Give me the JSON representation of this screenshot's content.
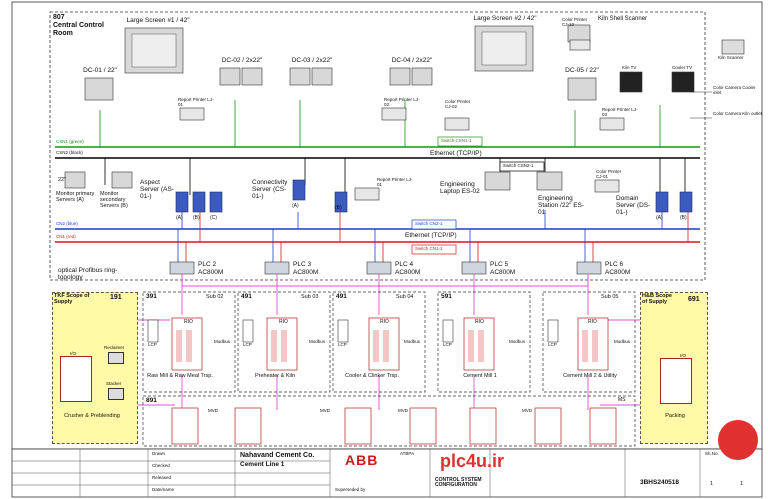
{
  "room": {
    "number": "807",
    "title_line1": "Central Control",
    "title_line2": "Room"
  },
  "screens": [
    {
      "label": "Large Screen #1 / 42\""
    },
    {
      "label": "Large Screen #2 / 42\""
    }
  ],
  "clients": [
    "DC-01 / 22\"",
    "DC-02 / 2x22\"",
    "DC-03 / 2x22\"",
    "DC-04 / 2x22\"",
    "DC-05 / 22\""
  ],
  "kiln": {
    "shell_scanner": "Kiln Shell Scanner",
    "kiln_scanner": "Kiln Scanner",
    "kiln_tv": "Kiln TV",
    "cooler_tv": "Cooler TV",
    "color_camera_cooler_inlet": "Color Camera Cooler inlet",
    "color_camera_kiln_outlet": "Color Camera Kiln outlet"
  },
  "printers": {
    "report_lj01": "Report Printer LJ-01",
    "report_lj02": "Report Printer LJ-02",
    "report_lj03": "Report Printer LJ-03",
    "report_lj01b": "Report Printer LJ-01",
    "color_cj10": "Color Printer CJ-10",
    "color_cj02": "Color Printer CJ-02",
    "color_cj01": "Color Printer CJ-01"
  },
  "networks": {
    "csn1": "CSN1 (green)",
    "csn2": "CSN2 (black)",
    "cn2": "CN2 (blue)",
    "cn1": "CN1 (red)",
    "ethernet": "Ethernet (TCP/IP)",
    "switch_csn11": "Switch CSN1-1",
    "switch_csn21": "Switch CSN2-1",
    "switch_cn21": "Switch CN2-1",
    "switch_cn11": "Switch CN1-1"
  },
  "servers": {
    "monitor_primary": "Monitor primary Servers (A)",
    "monitor_secondary": "Monitor secondary Servers (B)",
    "monitor_size": "22\"",
    "aspect": "Aspect Server (AS-01-)",
    "aspect_units": [
      "(A)",
      "(B)",
      "(C)"
    ],
    "connectivity": "Connectivity Server (CS-01-)",
    "connectivity_units": [
      "(A)",
      "(B)"
    ],
    "eng_laptop": "Engineering Laptop ES-02",
    "eng_station": "Engineering Station /22\" ES-01",
    "domain": "Domain Server (DS-01-)",
    "domain_units": [
      "(A)",
      "(B)"
    ]
  },
  "profibus": "optical Profibus ring-topology",
  "plcs": [
    {
      "name": "PLC 2",
      "model": "AC800M"
    },
    {
      "name": "PLC 3",
      "model": "AC800M"
    },
    {
      "name": "PLC 4",
      "model": "AC800M"
    },
    {
      "name": "PLC 5",
      "model": "AC800M"
    },
    {
      "name": "PLC 6",
      "model": "AC800M"
    }
  ],
  "areas": [
    {
      "code": "391",
      "sub": "Sub 02",
      "desc": "Raw Mill & Raw Meal Trsp."
    },
    {
      "code": "491",
      "sub": "Sub 03",
      "desc": "Preheater & Kiln"
    },
    {
      "code": "491",
      "sub": "Sub 04",
      "desc": "Cooler & Clinker Trsp."
    },
    {
      "code": "591",
      "sub": "",
      "desc": "Cement Mill 1"
    },
    {
      "code": "",
      "sub": "Sub 05",
      "desc": "Cement Mill 2 & Utility"
    }
  ],
  "field": {
    "lcp": "LCP",
    "rio": "RIO",
    "modbus": "Modbus",
    "mvd": "MVD",
    "ms": "MS",
    "io": "I/O",
    "row891": "891"
  },
  "tkf": {
    "title": "TKF Scope of Supply",
    "code": "191",
    "reclaimer": "Reclaimer",
    "stacker": "Stacker",
    "desc": "Crusher & Preblending"
  },
  "hb": {
    "title": "H&B Scope of Supply",
    "code": "691",
    "desc": "Packing"
  },
  "titleblock": {
    "company": "Nahavand Cement Co.",
    "line": "Cement Line 1",
    "logo": "ABB",
    "doc_title": "CONTROL SYSTEM CONFIGURATION",
    "doc_no": "3BHS240518",
    "dept": "ATBPA",
    "watermark": "plc4u.ir",
    "drawn": "Drawn",
    "checked": "Checked",
    "released": "Released",
    "date_name": "Date/name",
    "supersedes": "Superseded by",
    "sheet": "Sh.No.",
    "sheet_val": "1",
    "sheets_val": "1"
  }
}
